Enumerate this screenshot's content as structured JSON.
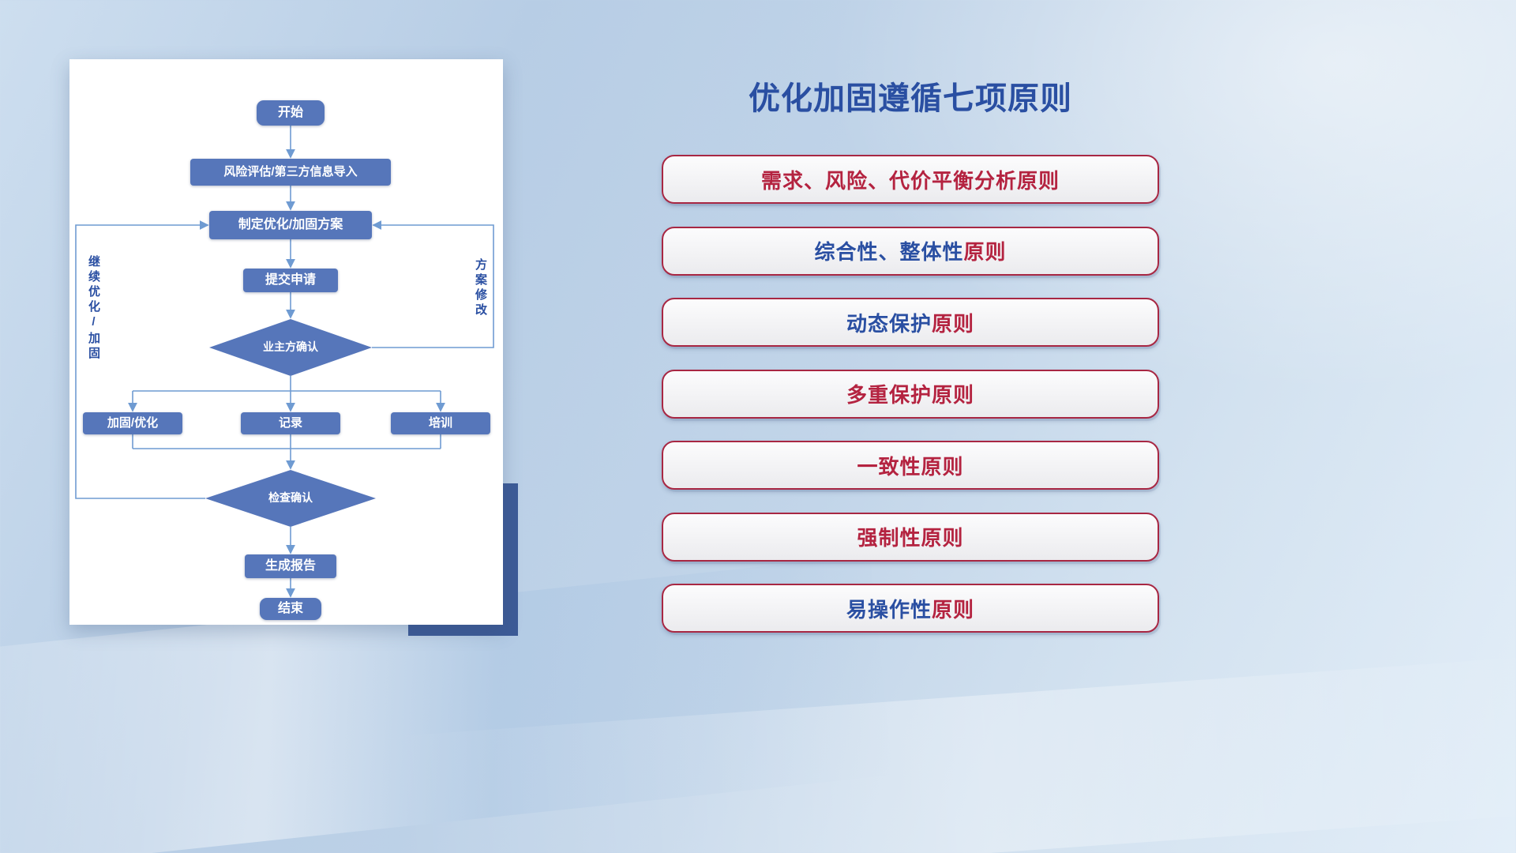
{
  "title": "优化加固遵循七项原则",
  "flowchart": {
    "nodes": {
      "start": "开始",
      "risk_import": "风险评估/第三方信息导入",
      "make_plan": "制定优化/加固方案",
      "submit": "提交申请",
      "owner_confirm": "业主方确认",
      "reinforce": "加固/优化",
      "record": "记录",
      "training": "培训",
      "check_confirm": "检查确认",
      "report": "生成报告",
      "end": "结束"
    },
    "labels": {
      "left_loop": "继续优化/加固",
      "right_loop": "方案修改"
    }
  },
  "principles": [
    {
      "segments": [
        {
          "text": "需求、风险、代价平衡分析原则",
          "color": "red"
        }
      ]
    },
    {
      "segments": [
        {
          "text": "综合性、整体性",
          "color": "blue"
        },
        {
          "text": "原则",
          "color": "red"
        }
      ]
    },
    {
      "segments": [
        {
          "text": "动态保护",
          "color": "blue"
        },
        {
          "text": "原则",
          "color": "red"
        }
      ]
    },
    {
      "segments": [
        {
          "text": "多重保护原则",
          "color": "red"
        }
      ]
    },
    {
      "segments": [
        {
          "text": "一致性原则",
          "color": "red"
        }
      ]
    },
    {
      "segments": [
        {
          "text": "强制性原则",
          "color": "red"
        }
      ]
    },
    {
      "segments": [
        {
          "text": "易操作性",
          "color": "blue"
        },
        {
          "text": "原则",
          "color": "red"
        }
      ]
    }
  ],
  "colors": {
    "red": "#b42340",
    "blue": "#2a4fa2",
    "node_fill": "#5676ba",
    "line": "#6f9bd2",
    "border": "#a82743",
    "shadow_block": "#3d5b97"
  }
}
